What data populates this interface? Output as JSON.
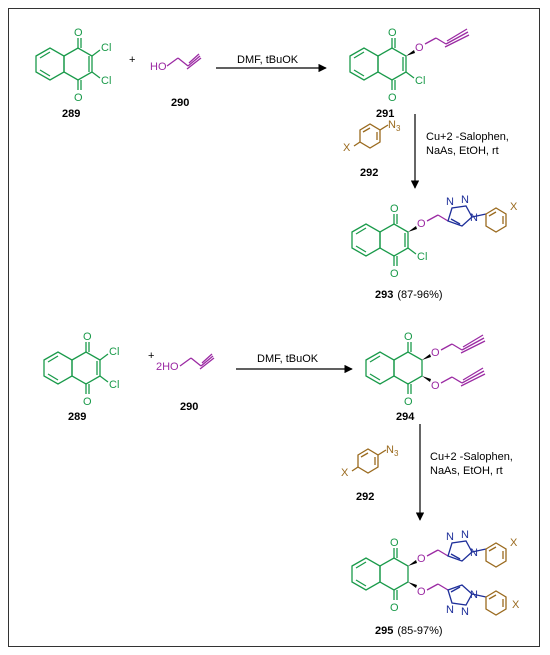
{
  "colors": {
    "green": "#1a9a4a",
    "purple": "#9b2aa3",
    "brown": "#9a6a1e",
    "blue": "#1e2f9a",
    "black": "#000000"
  },
  "atoms": {
    "O": "O",
    "Cl": "Cl",
    "HO": "HO",
    "N": "N",
    "N3": "N",
    "N3_sub": "3",
    "X": "X",
    "two_HO": "2HO",
    "plus": "+"
  },
  "reaction1": {
    "reagent_arrow": "DMF, tBuOK",
    "conditions_line1": "Cu+2 -Salophen,",
    "conditions_line2": "NaAs, EtOH, rt",
    "compound_289": "289",
    "compound_290": "290",
    "compound_291": "291",
    "compound_292": "292",
    "compound_293": "293",
    "yield_293": "(87-96%)"
  },
  "reaction2": {
    "reagent_arrow": "DMF, tBuOK",
    "conditions_line1": "Cu+2 -Salophen,",
    "conditions_line2": "NaAs, EtOH, rt",
    "compound_289": "289",
    "compound_290": "290",
    "compound_294": "294",
    "compound_292": "292",
    "compound_295": "295",
    "yield_295": "(85-97%)"
  }
}
